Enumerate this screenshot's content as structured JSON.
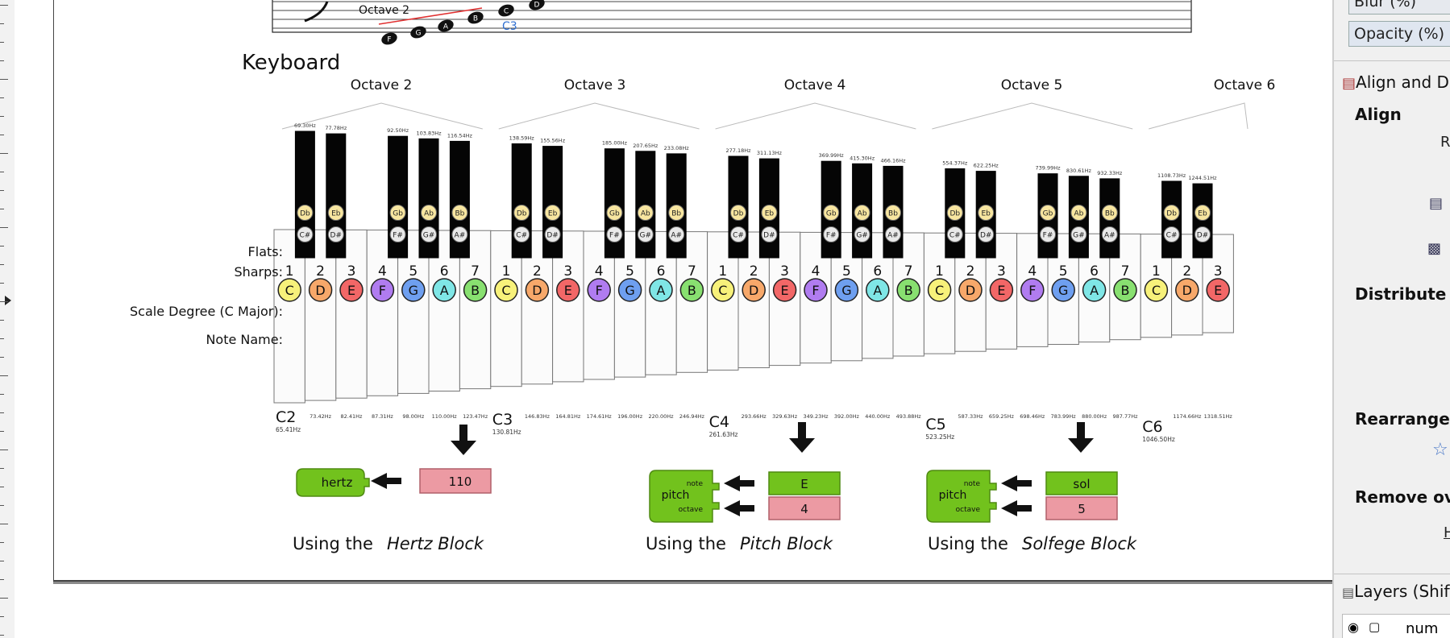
{
  "staff": {
    "octave_label": "Octave 2",
    "c3_label": "C3",
    "notes": [
      "F",
      "G",
      "A",
      "B",
      "C",
      "D"
    ]
  },
  "keyboard": {
    "title": "Keyboard",
    "octaves": [
      "Octave 2",
      "Octave 3",
      "Octave 4",
      "Octave 5",
      "Octave 6"
    ],
    "row_labels": {
      "flats": "Flats:",
      "sharps": "Sharps:",
      "scale_degree": "Scale Degree (C Major):",
      "note_name": "Note Name:"
    },
    "black_freqs": [
      "69.30Hz",
      "77.78Hz",
      "92.50Hz",
      "103.83Hz",
      "116.54Hz",
      "138.59Hz",
      "155.56Hz",
      "185.00Hz",
      "207.65Hz",
      "233.08Hz",
      "277.18Hz",
      "311.13Hz",
      "369.99Hz",
      "415.30Hz",
      "466.16Hz",
      "554.37Hz",
      "622.25Hz",
      "739.99Hz",
      "830.61Hz",
      "932.33Hz",
      "1108.73Hz",
      "1244.51Hz"
    ],
    "black_flats": [
      "Db",
      "Eb",
      "Gb",
      "Ab",
      "Bb",
      "Db",
      "Eb",
      "Gb",
      "Ab",
      "Bb",
      "Db",
      "Eb",
      "Gb",
      "Ab",
      "Bb",
      "Db",
      "Eb",
      "Gb",
      "Ab",
      "Bb",
      "Db",
      "Eb"
    ],
    "black_sharps": [
      "C#",
      "D#",
      "F#",
      "G#",
      "A#",
      "C#",
      "D#",
      "F#",
      "G#",
      "A#",
      "C#",
      "D#",
      "F#",
      "G#",
      "A#",
      "C#",
      "D#",
      "F#",
      "G#",
      "A#",
      "C#",
      "D#"
    ],
    "degrees": [
      "1",
      "2",
      "3",
      "4",
      "5",
      "6",
      "7",
      "1",
      "2",
      "3",
      "4",
      "5",
      "6",
      "7",
      "1",
      "2",
      "3",
      "4",
      "5",
      "6",
      "7",
      "1",
      "2",
      "3",
      "4",
      "5",
      "6",
      "7",
      "1",
      "2",
      "3"
    ],
    "note_names": [
      "C",
      "D",
      "E",
      "F",
      "G",
      "A",
      "B",
      "C",
      "D",
      "E",
      "F",
      "G",
      "A",
      "B",
      "C",
      "D",
      "E",
      "F",
      "G",
      "A",
      "B",
      "C",
      "D",
      "E",
      "F",
      "G",
      "A",
      "B",
      "C",
      "D",
      "E"
    ],
    "white_freqs": [
      "",
      "73.42Hz",
      "82.41Hz",
      "87.31Hz",
      "98.00Hz",
      "110.00Hz",
      "123.47Hz",
      "",
      "146.83Hz",
      "164.81Hz",
      "174.61Hz",
      "196.00Hz",
      "220.00Hz",
      "246.94Hz",
      "",
      "293.66Hz",
      "329.63Hz",
      "349.23Hz",
      "392.00Hz",
      "440.00Hz",
      "493.88Hz",
      "",
      "587.33Hz",
      "659.25Hz",
      "698.46Hz",
      "783.99Hz",
      "880.00Hz",
      "987.77Hz",
      "",
      "1174.66Hz",
      "1318.51Hz"
    ],
    "c_labels": [
      {
        "name": "C2",
        "freq": "65.41Hz"
      },
      {
        "name": "C3",
        "freq": "130.81Hz"
      },
      {
        "name": "C4",
        "freq": "261.63Hz"
      },
      {
        "name": "C5",
        "freq": "523.25Hz"
      },
      {
        "name": "C6",
        "freq": "1046.50Hz"
      }
    ]
  },
  "note_colors": {
    "C": "#f7f17a",
    "D": "#f7a86a",
    "E": "#f26767",
    "F": "#b07cf0",
    "G": "#6e9ff0",
    "A": "#7fe6e6",
    "B": "#88e070"
  },
  "blocks": {
    "hertz": {
      "label": "hertz",
      "value": "110",
      "caption_prefix": "Using the ",
      "caption_em": "Hertz Block"
    },
    "pitch": {
      "note_label": "note",
      "name_label": "pitch",
      "octave_label": "octave",
      "note_value": "E",
      "octave_value": "4",
      "caption_prefix": "Using the ",
      "caption_em": "Pitch Block"
    },
    "solfege": {
      "note_label": "note",
      "name_label": "pitch",
      "octave_label": "octave",
      "note_value": "sol",
      "octave_value": "5",
      "caption_prefix": "Using the ",
      "caption_em": "Solfege Block"
    }
  },
  "panel": {
    "blur_field": "Blur (%)",
    "opacity_field": "Opacity (%)",
    "align_tab": "Align and Distribute",
    "align_section": "Align",
    "relative_to": "R",
    "distribute_section": "Distribute",
    "rearrange_section": "Rearrange",
    "remove_overlaps_section": "Remove overlaps",
    "h_label": "H",
    "layers_tab": "Layers (Shift+Ctrl+L)",
    "layer_name": "num"
  }
}
